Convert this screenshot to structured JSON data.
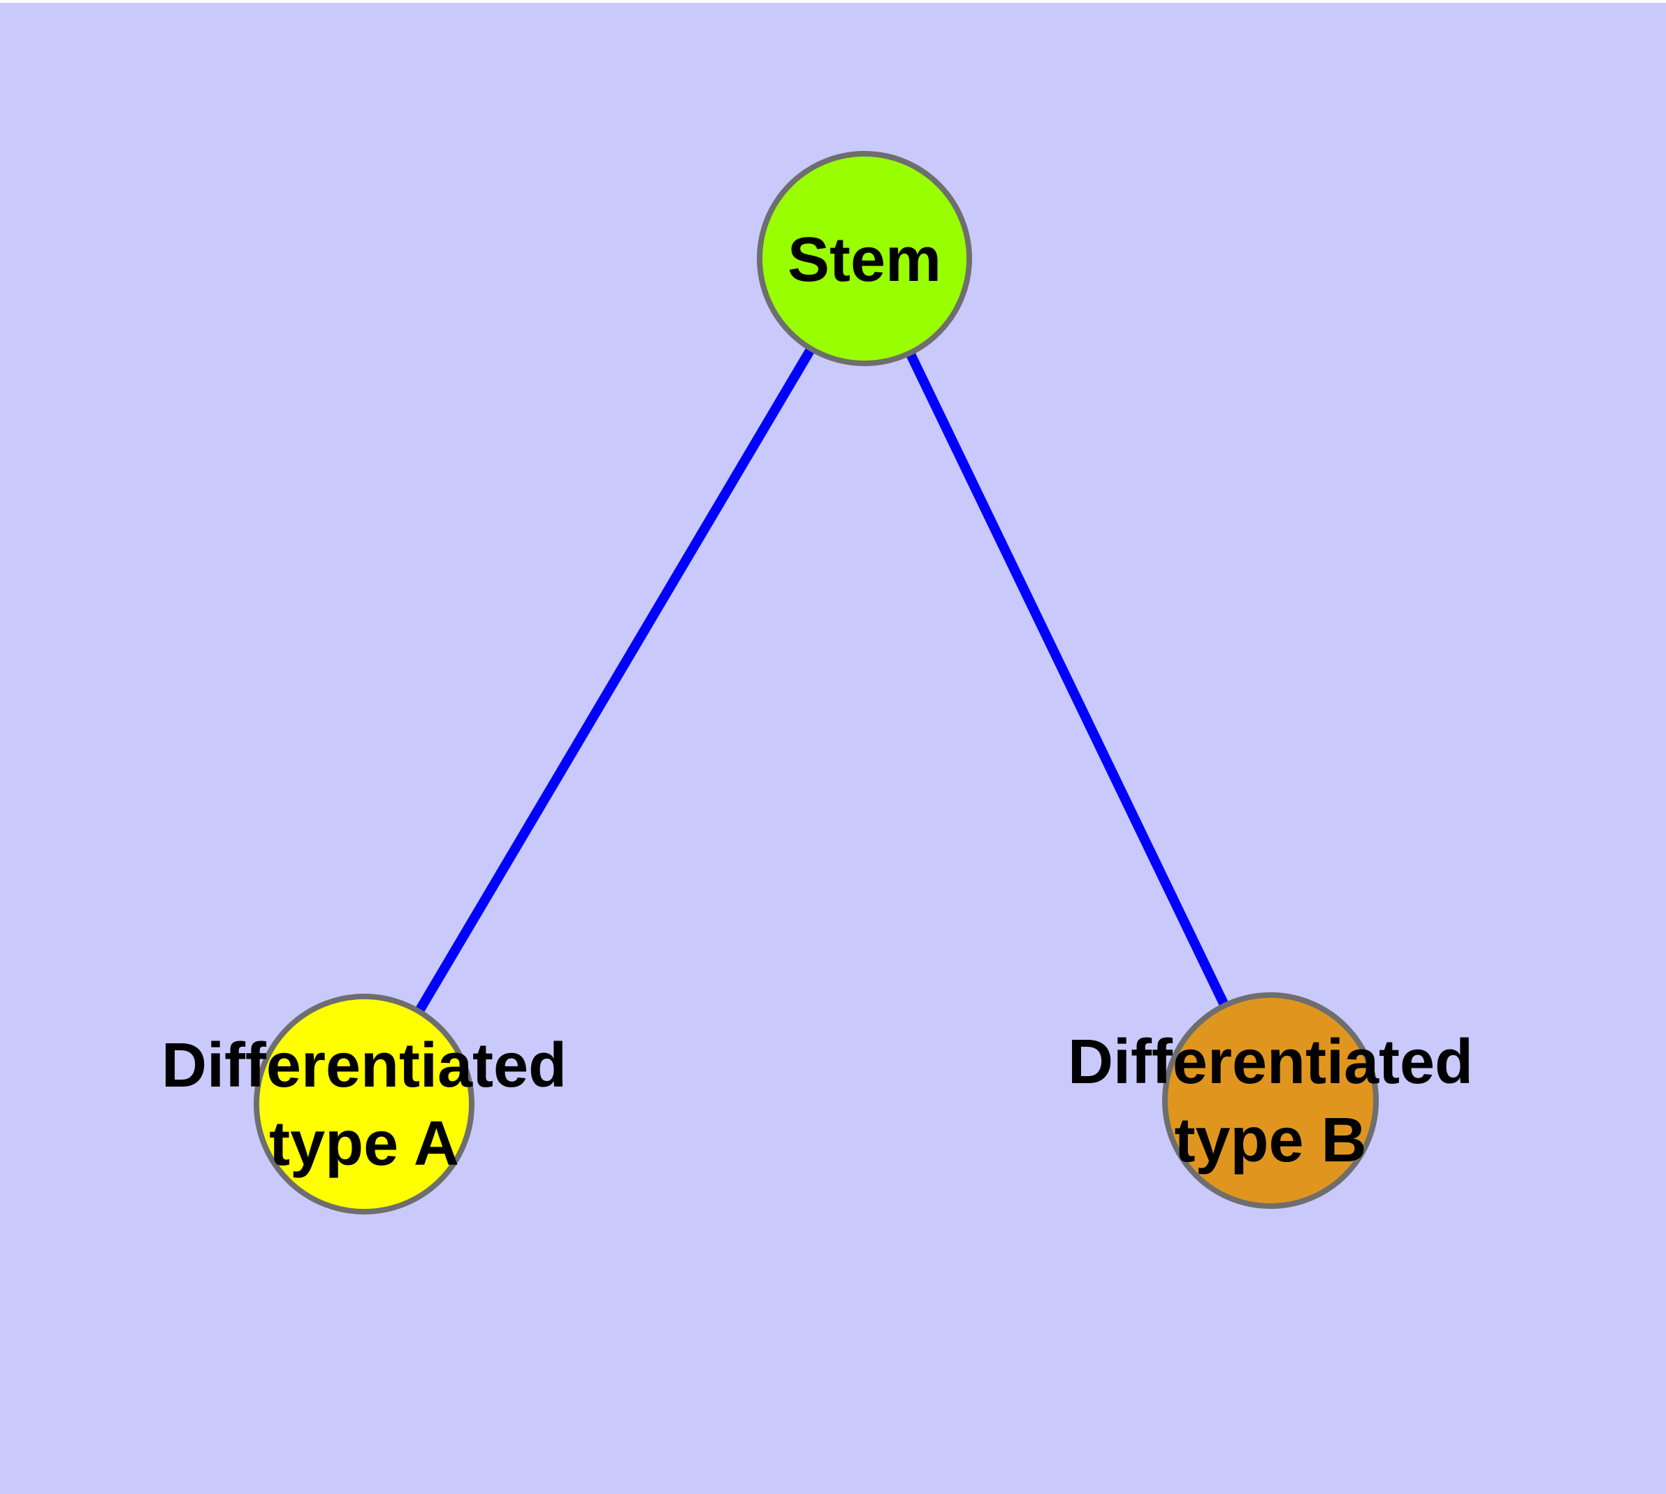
{
  "diagram": {
    "type": "graph",
    "background_color": "#c9c9fb",
    "top_strip_color": "#ffffff",
    "edge_color": "#0000ff",
    "node_border_color": "#6e6e6e",
    "label_color": "#000000",
    "nodes": {
      "stem": {
        "label": "Stem",
        "fill": "#99ff00"
      },
      "type_a": {
        "label_line1": "Differentiated",
        "label_line2": "type A",
        "fill": "#ffff00"
      },
      "type_b": {
        "label_line1": "Differentiated",
        "label_line2": "type B",
        "fill": "#e0961e"
      }
    },
    "edges": [
      {
        "from": "Stem",
        "to": "Differentiated type A"
      },
      {
        "from": "Stem",
        "to": "Differentiated type B"
      }
    ]
  }
}
